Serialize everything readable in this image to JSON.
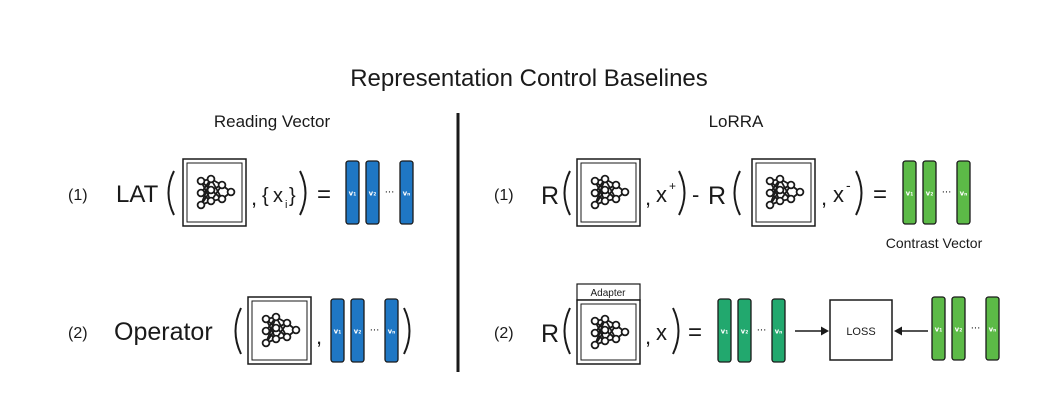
{
  "title": "Representation Control Baselines",
  "left_panel": {
    "heading": "Reading Vector",
    "eq1": {
      "number": "(1)",
      "func": "LAT",
      "input_brace_open": "{",
      "input_var": "x",
      "input_sub": "i",
      "input_brace_close": "}",
      "equals": "="
    },
    "eq2": {
      "number": "(2)",
      "func": "Operator"
    }
  },
  "right_panel": {
    "heading": "LoRRA",
    "eq1": {
      "number": "(1)",
      "func": "R",
      "pos_var": "x",
      "pos_sup": "+",
      "minus": "-",
      "func2": "R",
      "neg_var": "x",
      "neg_sup": "-",
      "equals": "=",
      "vector_caption": "Contrast Vector"
    },
    "eq2": {
      "number": "(2)",
      "func": "R",
      "adapter_label": "Adapter",
      "var": "x",
      "equals": "=",
      "loss_label": "LOSS"
    }
  },
  "vector_labels": {
    "first": "v₁",
    "second": "v₂",
    "dots": "···",
    "last": "vₙ"
  },
  "colors": {
    "reading_vector": "#1f77c4",
    "contrast_vector": "#5cba47",
    "lorra_output": "#22a86e",
    "stroke": "#1a1a1a"
  },
  "icons": {
    "model": "neural-network-icon",
    "arrow": "arrow-icon"
  }
}
